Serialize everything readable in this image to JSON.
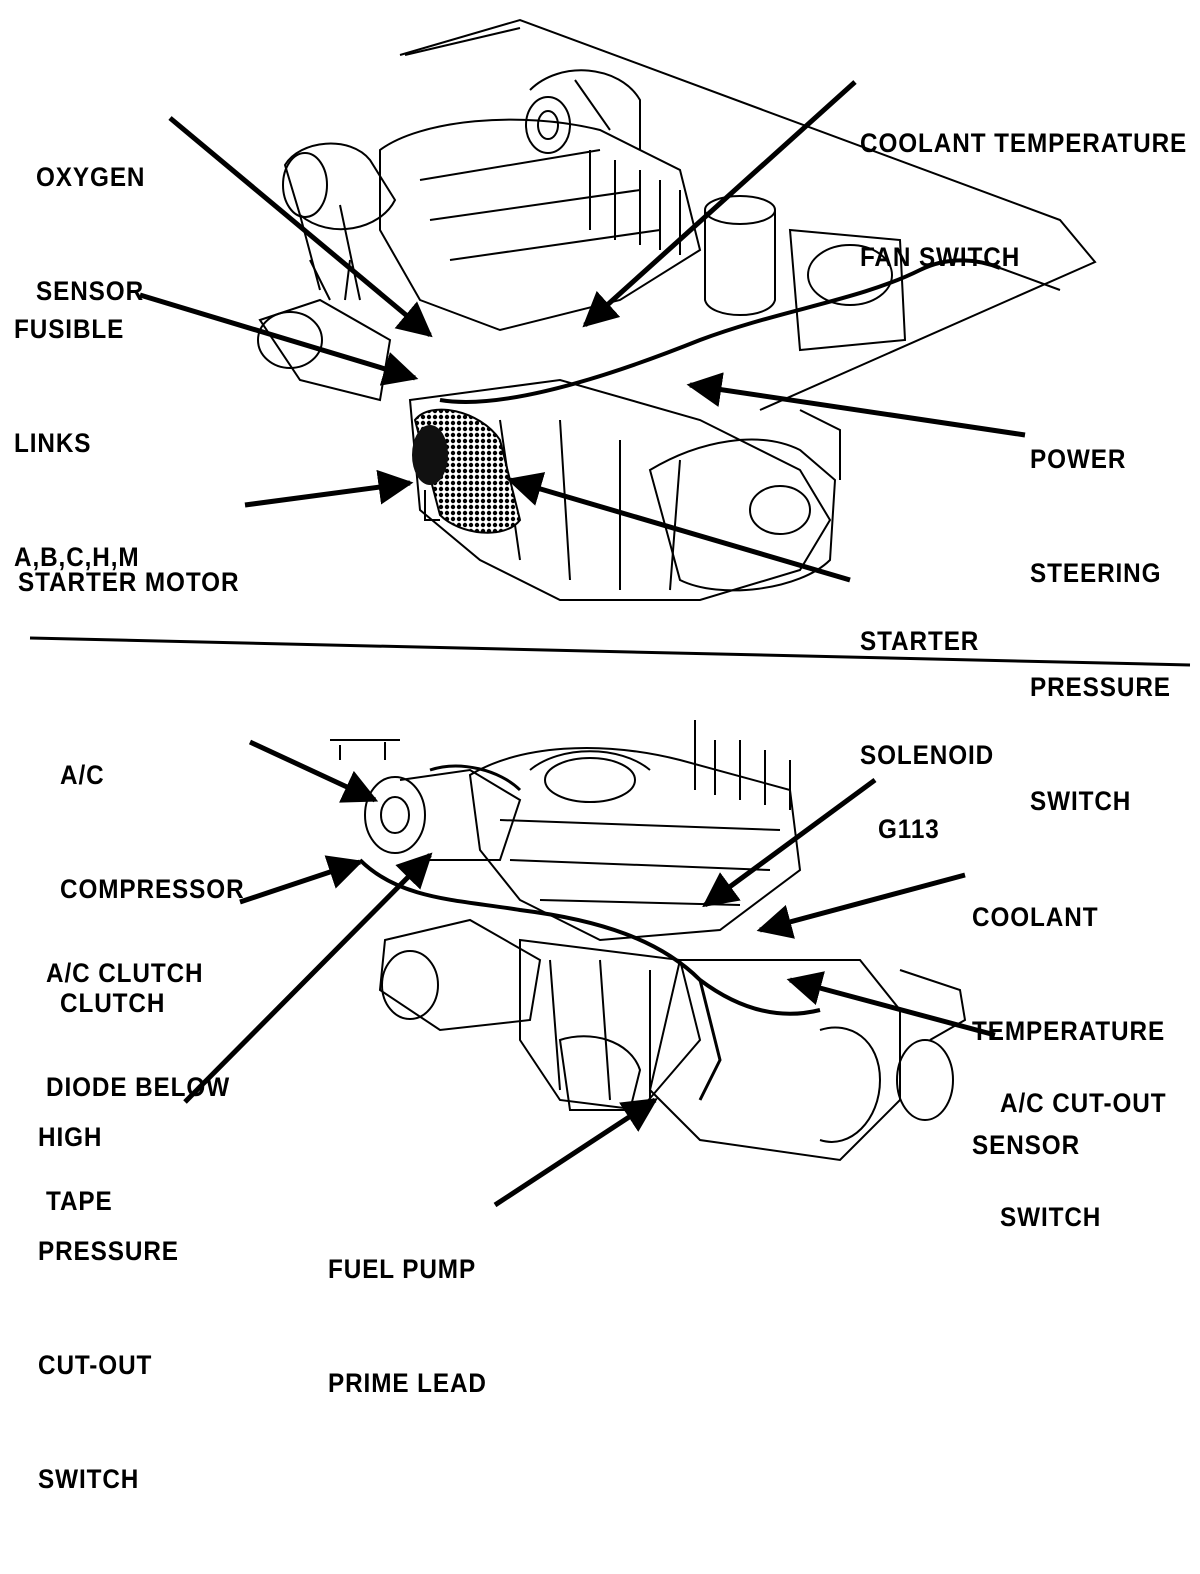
{
  "top_panel": {
    "labels": {
      "oxygen_sensor": [
        "OXYGEN",
        "SENSOR"
      ],
      "coolant_fan_switch": [
        "COOLANT TEMPERATURE",
        "FAN SWITCH"
      ],
      "fusible_links": [
        "FUSIBLE",
        "LINKS",
        "A,B,C,H,M"
      ],
      "power_steering": [
        "POWER",
        "STEERING",
        "PRESSURE",
        "SWITCH"
      ],
      "starter_motor": [
        "STARTER MOTOR"
      ],
      "starter_solenoid": [
        "STARTER",
        "SOLENOID"
      ]
    }
  },
  "bottom_panel": {
    "labels": {
      "ac_compressor_clutch": [
        "A/C",
        "COMPRESSOR",
        "CLUTCH"
      ],
      "g113": [
        "G113"
      ],
      "ac_clutch_diode": [
        "A/C CLUTCH",
        "DIODE BELOW",
        "TAPE"
      ],
      "coolant_temp_sensor": [
        "COOLANT",
        "TEMPERATURE",
        "SENSOR"
      ],
      "ac_cutout_switch": [
        "A/C CUT-OUT",
        "SWITCH"
      ],
      "high_pressure_switch": [
        "HIGH",
        "PRESSURE",
        "CUT-OUT",
        "SWITCH"
      ],
      "fuel_pump_prime_lead": [
        "FUEL PUMP",
        "PRIME LEAD"
      ]
    }
  },
  "colors": {
    "ink": "#000000",
    "paper": "#ffffff"
  }
}
